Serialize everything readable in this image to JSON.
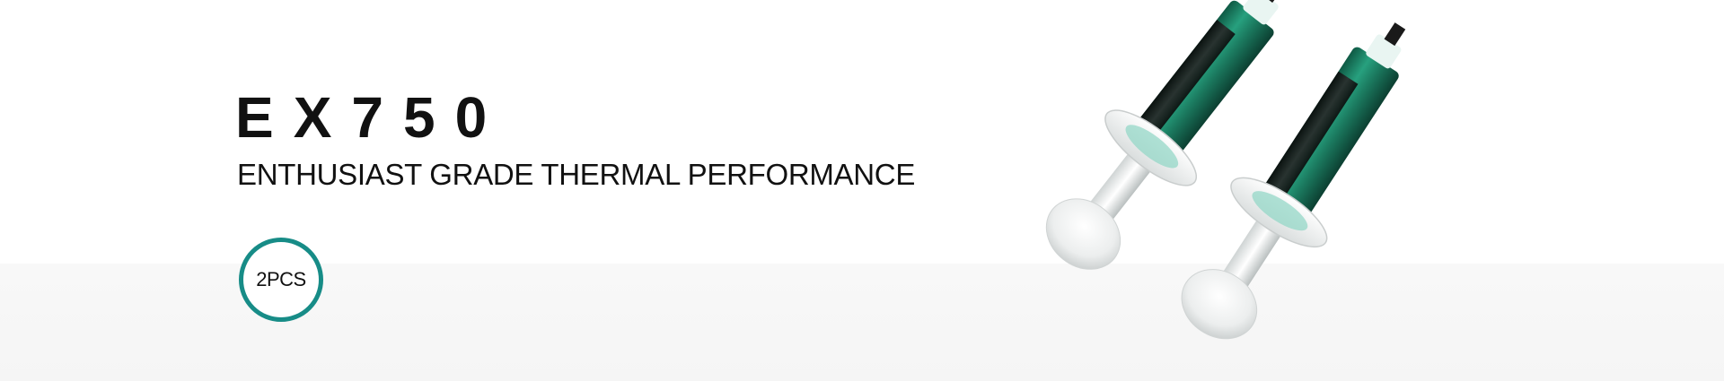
{
  "banner": {
    "title": "EX750",
    "subtitle": "ENTHUSIAST GRADE THERMAL PERFORMANCE",
    "badge_label": "2PCS"
  },
  "product": {
    "icon": "thermal-paste-syringe-icon",
    "accent_color": "#178c87",
    "body_color": "#1e8f6f",
    "dark_color": "#141414"
  }
}
